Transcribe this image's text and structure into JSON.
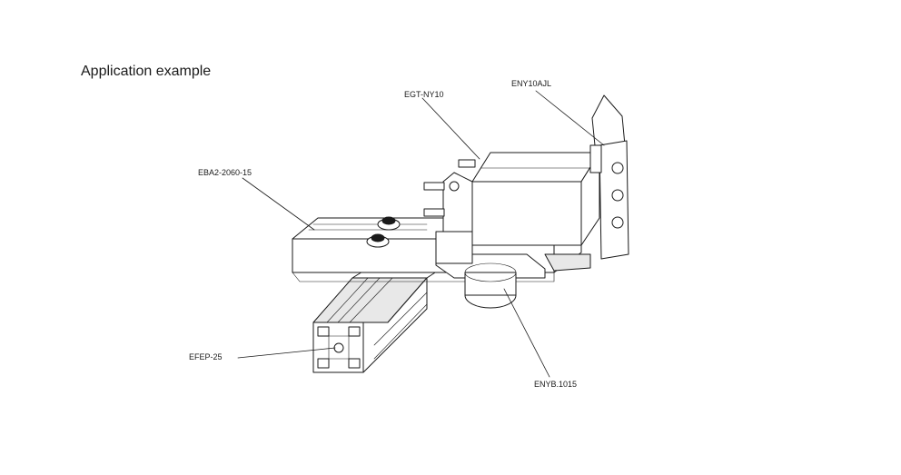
{
  "title": "Application example",
  "callouts": {
    "egt": "EGT-NY10",
    "eny10": "ENY10AJL",
    "eba2": "EBA2-2060-15",
    "efep": "EFEP-25",
    "enyb": "ENYB.1015"
  }
}
